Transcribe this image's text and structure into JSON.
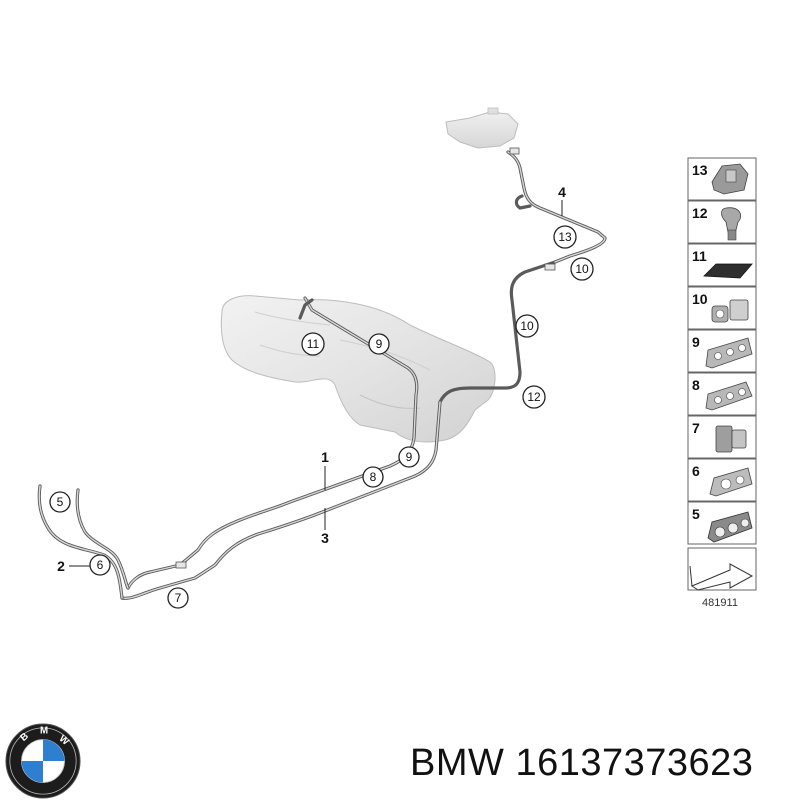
{
  "diagram": {
    "callouts": [
      {
        "id": "c5",
        "text": "5"
      },
      {
        "id": "c6",
        "text": "6"
      },
      {
        "id": "c7",
        "text": "7"
      },
      {
        "id": "c8",
        "text": "8"
      },
      {
        "id": "c9a",
        "text": "9"
      },
      {
        "id": "c9b",
        "text": "9"
      },
      {
        "id": "c10a",
        "text": "10"
      },
      {
        "id": "c10b",
        "text": "10"
      },
      {
        "id": "c11",
        "text": "11"
      },
      {
        "id": "c12",
        "text": "12"
      },
      {
        "id": "c13",
        "text": "13"
      }
    ],
    "part_labels": {
      "p1": "1",
      "p2": "2",
      "p3": "3",
      "p4": "4"
    },
    "legend": [
      "13",
      "12",
      "11",
      "10",
      "9",
      "8",
      "7",
      "6",
      "5"
    ],
    "drawing_number": "481911"
  },
  "footer": {
    "brand": "BMW",
    "part_number": "16137373623",
    "logo_letters": "BMW"
  }
}
